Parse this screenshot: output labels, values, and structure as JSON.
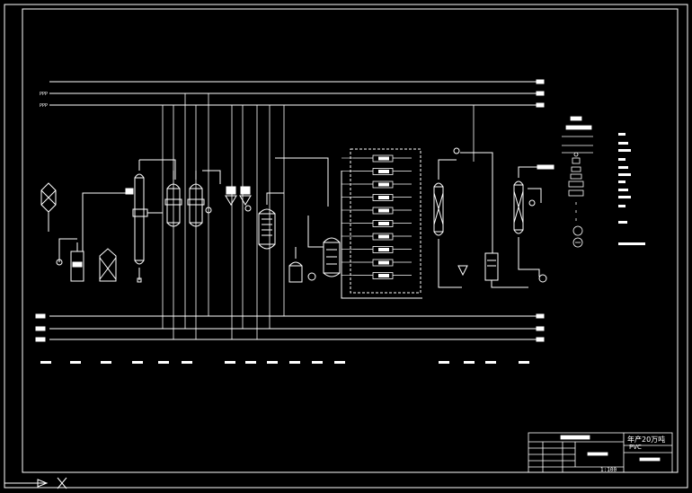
{
  "drawing": {
    "title_block": {
      "project_title": "年产20万吨",
      "product": "PVC",
      "scale": "1:100"
    },
    "header_lines": {
      "left_labels": [
        "",
        "PPP",
        "PPP"
      ],
      "right_labels": [
        "",
        "",
        ""
      ]
    },
    "bottom_lines": {
      "left_labels": [
        "",
        "",
        ""
      ],
      "right_labels": [
        "",
        "",
        ""
      ]
    }
  },
  "colors": {
    "background": "#000000",
    "line": "#ffffff",
    "instrument_green": "#00ffcc"
  }
}
